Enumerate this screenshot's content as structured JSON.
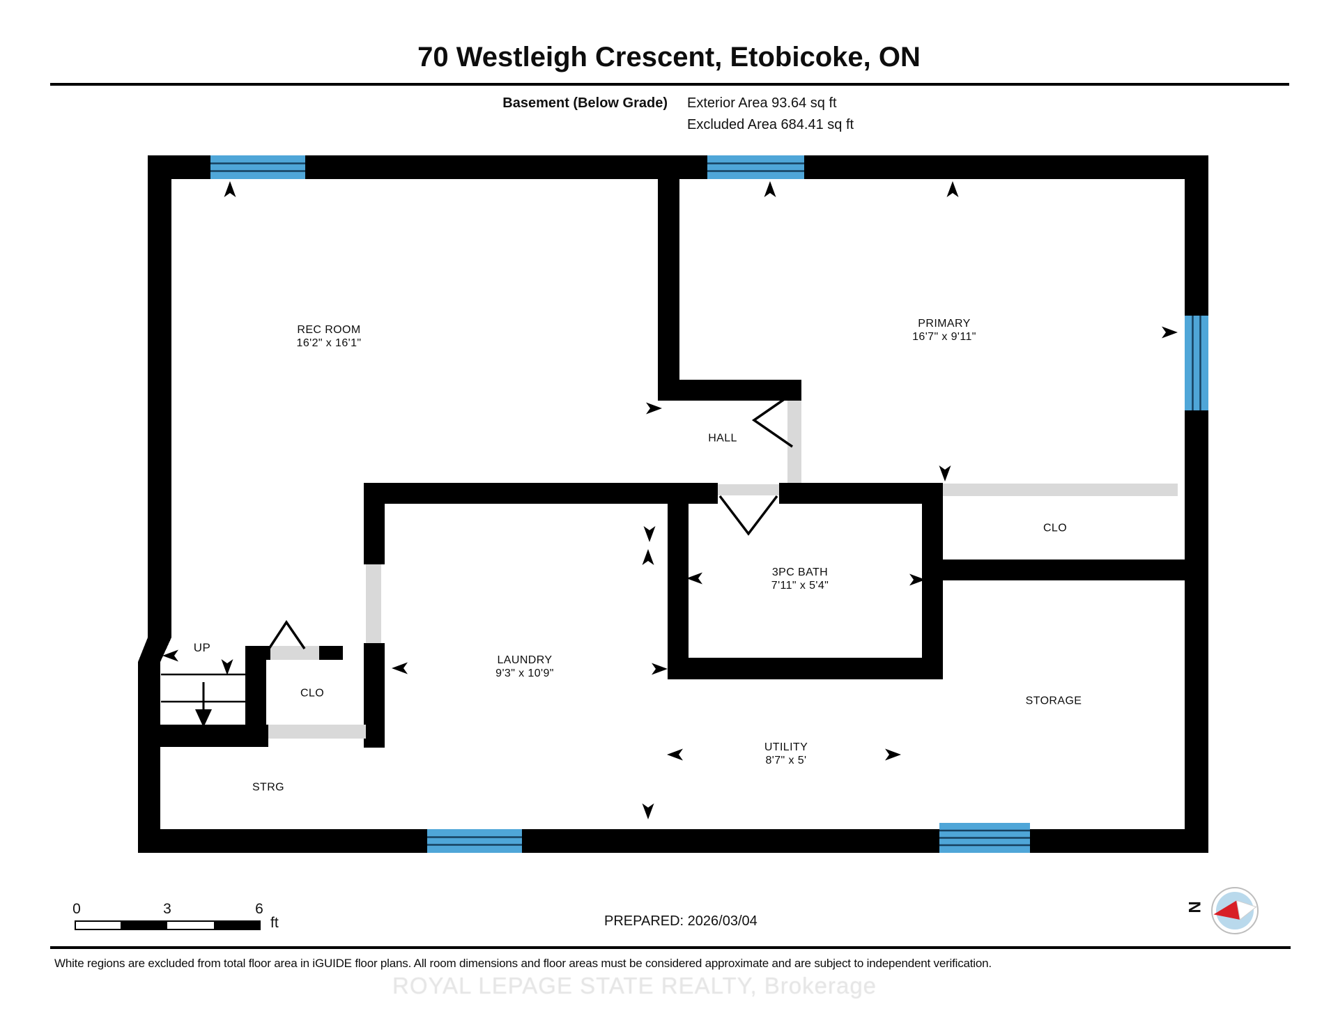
{
  "header": {
    "title": "70 Westleigh Crescent, Etobicoke, ON",
    "floor_label": "Basement (Below Grade)",
    "exterior_area": "Exterior Area 93.64 sq ft",
    "excluded_area": "Excluded Area 684.41 sq ft"
  },
  "rooms": [
    {
      "name": "REC ROOM",
      "dims": "16'2\" x 16'1\""
    },
    {
      "name": "PRIMARY",
      "dims": "16'7\" x 9'11\""
    },
    {
      "name": "HALL",
      "dims": ""
    },
    {
      "name": "3PC BATH",
      "dims": "7'11\" x 5'4\""
    },
    {
      "name": "CLO",
      "dims": ""
    },
    {
      "name": "LAUNDRY",
      "dims": "9'3\" x 10'9\""
    },
    {
      "name": "CLO",
      "dims": ""
    },
    {
      "name": "STRG",
      "dims": ""
    },
    {
      "name": "UTILITY",
      "dims": "8'7\" x 5'"
    },
    {
      "name": "STORAGE",
      "dims": ""
    }
  ],
  "stairs": {
    "label": "UP"
  },
  "scale_bar": {
    "tick_0": "0",
    "tick_mid": "3",
    "tick_end": "6",
    "unit": "ft"
  },
  "compass": {
    "label": "N"
  },
  "footer": {
    "prepared": "PREPARED: 2026/03/04",
    "disclaimer": "White regions are excluded from total floor area in iGUIDE floor plans. All room dimensions and floor areas must be considered approximate and are subject to independent verification.",
    "watermark": "ROYAL LEPAGE STATE REALTY, Brokerage"
  },
  "colors": {
    "wall": "#000000",
    "window_blue": "#4fa6d8",
    "window_line": "#16405f",
    "door_gray": "#d9d9d9",
    "compass_red": "#d81f26",
    "compass_blue": "#b9d9ec",
    "watermark_gray": "#e6e6e6"
  }
}
